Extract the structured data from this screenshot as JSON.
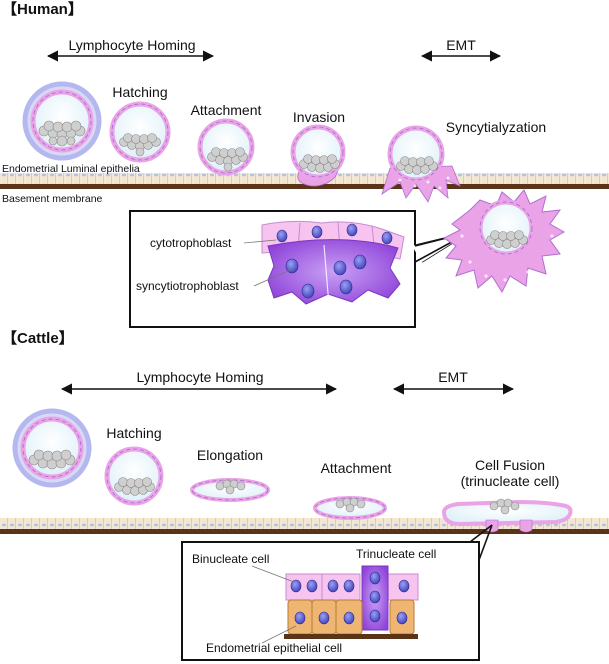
{
  "human": {
    "header": "【Human】",
    "arrow_lymphocyte": "Lymphocyte Homing",
    "arrow_emt": "EMT",
    "stages": [
      "Hatching",
      "Attachment",
      "Invasion",
      "Syncytialyzation"
    ],
    "epithelium_label": "Endometrial Luminal epithelia",
    "basement_label": "Basement membrane",
    "inset_labels": [
      "cytotrophoblast",
      "syncytiotrophoblast"
    ]
  },
  "cattle": {
    "header": "【Cattle】",
    "arrow_lymphocyte": "Lymphocyte Homing",
    "arrow_emt": "EMT",
    "stages": [
      "Hatching",
      "Elongation",
      "Attachment"
    ],
    "fusion_line1": "Cell Fusion",
    "fusion_line2": "(trinucleate cell)",
    "inset_labels": [
      "Binucleate cell",
      "Trinucleate cell",
      "Endometrial epithelial cell"
    ]
  },
  "colors": {
    "trophoblast_pink": "#e9a3e6",
    "syncytium_purple": "#9a4fe0",
    "nucleus_blue": "#5a5ad6",
    "zona_lavender": "#b9bdf0",
    "basement_brown": "#5a3418",
    "epithelium_tan": "#f3e6cf",
    "endometrial_orange": "#efb673"
  }
}
